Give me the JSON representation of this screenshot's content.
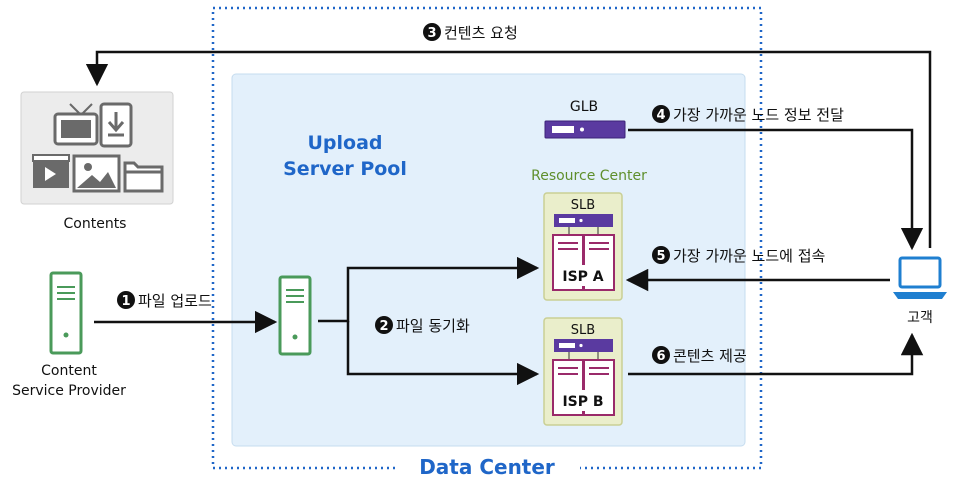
{
  "labels": {
    "contents": "Contents",
    "content_provider_line1": "Content",
    "content_provider_line2": "Service Provider",
    "upload_pool_line1": "Upload",
    "upload_pool_line2": "Server Pool",
    "glb": "GLB",
    "resource_center": "Resource Center",
    "slb_a": "SLB",
    "slb_b": "SLB",
    "isp_a": "ISP A",
    "isp_b": "ISP B",
    "customer": "고객",
    "data_center": "Data Center"
  },
  "steps": [
    {
      "num": "1",
      "text": "파일 업로드"
    },
    {
      "num": "2",
      "text": "파일 동기화"
    },
    {
      "num": "3",
      "text": "컨텐츠 요청"
    },
    {
      "num": "4",
      "text": "가장 가까운 노드 정보 전달"
    },
    {
      "num": "5",
      "text": "가장 가까운 노드에 접속"
    },
    {
      "num": "6",
      "text": "콘텐츠 제공"
    }
  ],
  "colors": {
    "datacenter_border": "#1f66c8",
    "pool_fill": "#e3f0fb",
    "server_green": "#4a9a5a",
    "glb_purple": "#5a3aa0",
    "isp_magenta": "#9a2a6a",
    "slb_panel": "#eaeecb",
    "laptop_blue": "#1f7fd0"
  }
}
